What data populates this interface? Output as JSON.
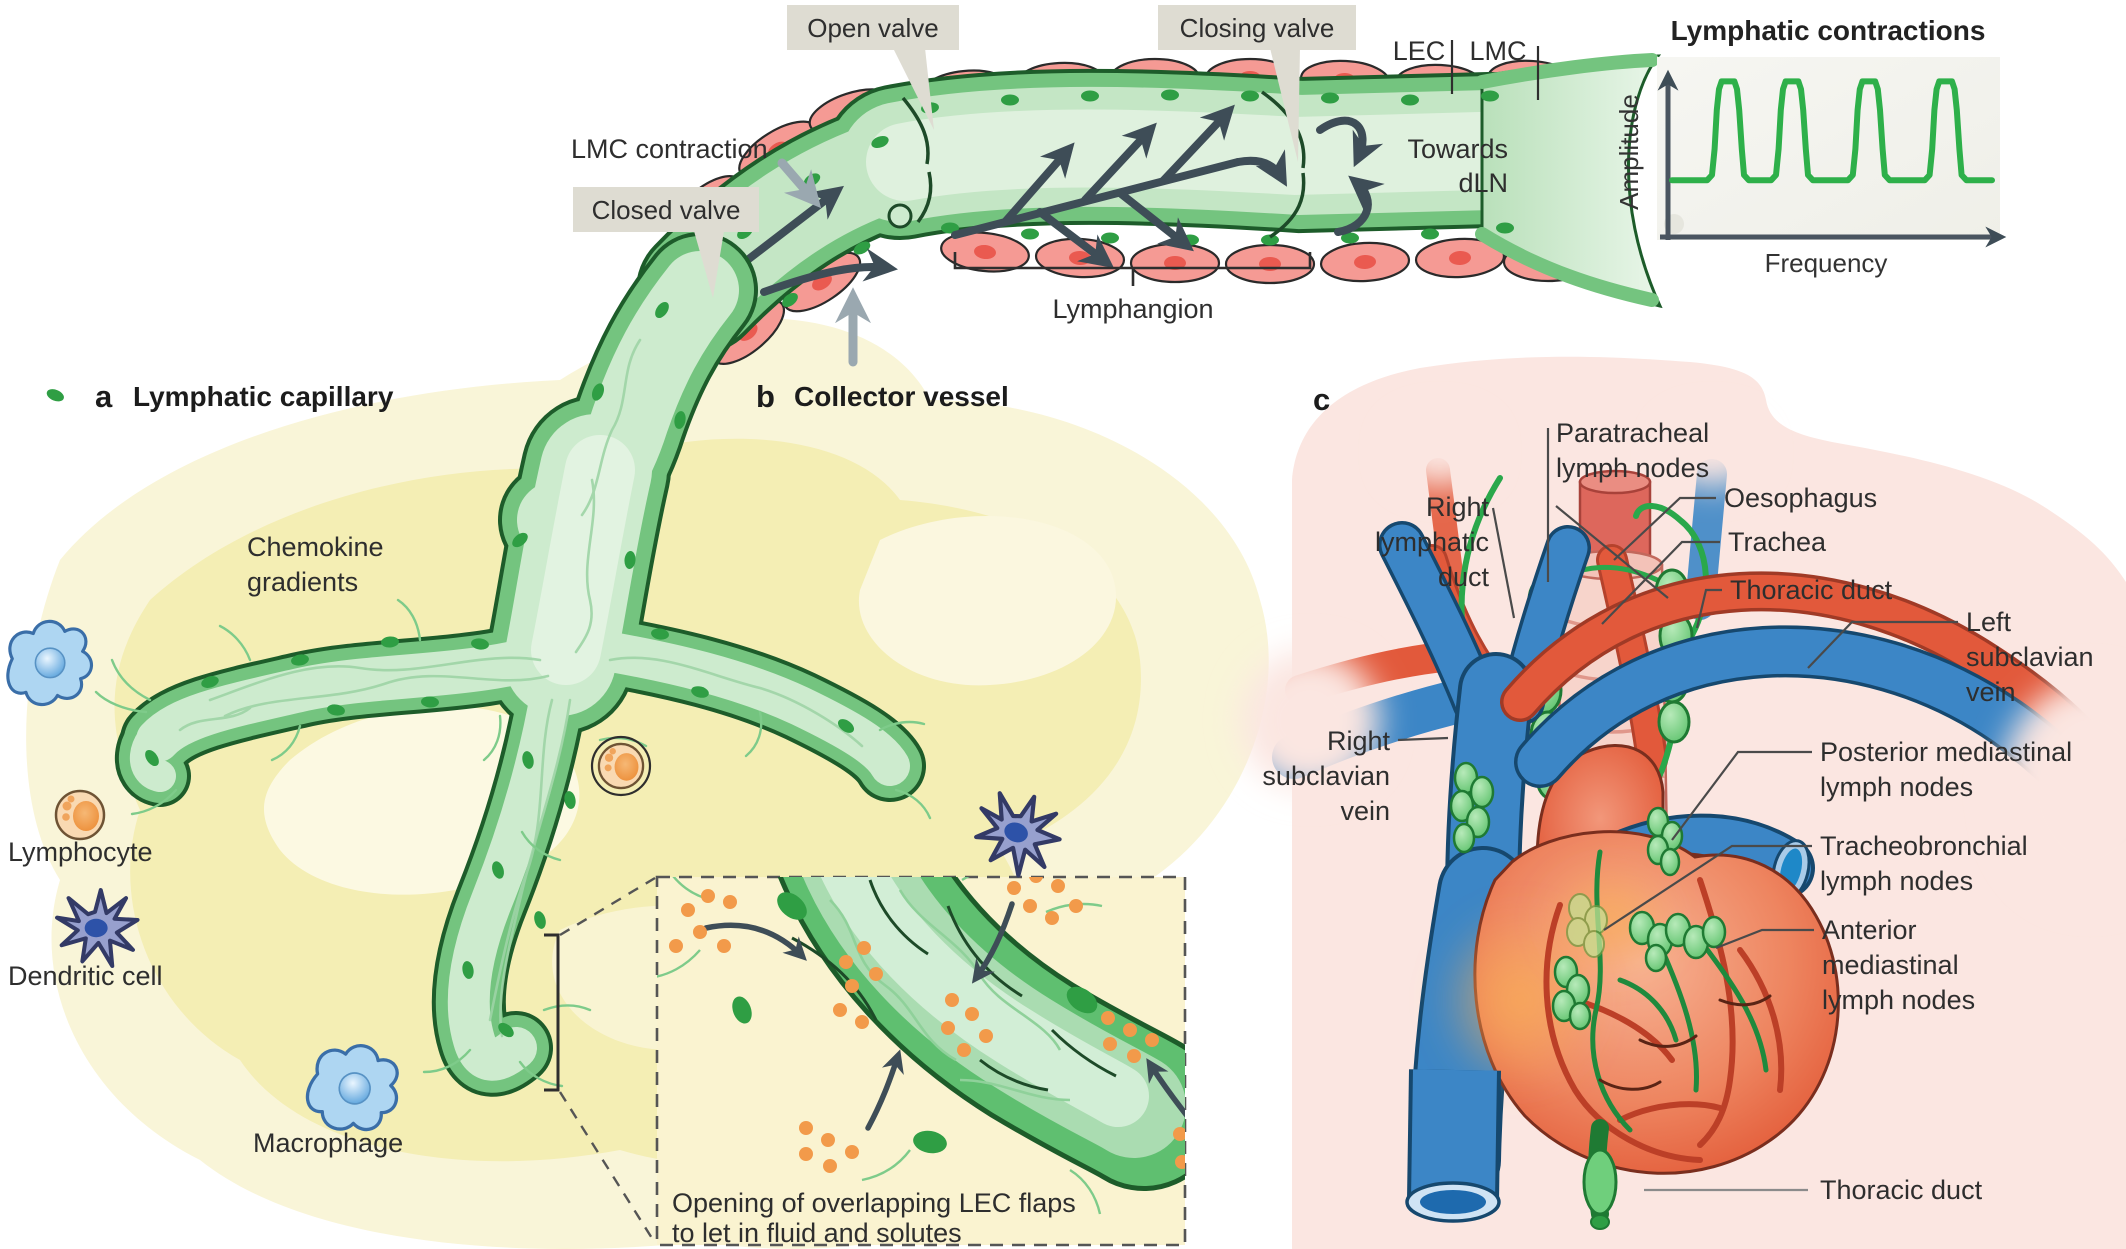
{
  "panels": {
    "a": {
      "letter": "a",
      "title": "Lymphatic capillary"
    },
    "b": {
      "letter": "b",
      "title": "Collector vessel"
    },
    "c": {
      "letter": "c"
    }
  },
  "panel_a": {
    "chemokine_line1": "Chemokine",
    "chemokine_line2": "gradients",
    "lymphocyte": "Lymphocyte",
    "dendritic_cell": "Dendritic cell",
    "macrophage": "Macrophage",
    "inset_caption_line1": "Opening of overlapping LEC flaps",
    "inset_caption_line2": "to let in fluid and solutes"
  },
  "panel_b": {
    "open_valve": "Open valve",
    "closed_valve": "Closed valve",
    "closing_valve": "Closing valve",
    "lmc_contraction": "LMC contraction",
    "lec": "LEC",
    "lmc": "LMC",
    "towards_line1": "Towards",
    "towards_line2": "dLN",
    "lymphangion": "Lymphangion"
  },
  "chart": {
    "title": "Lymphatic contractions",
    "xlabel": "Frequency",
    "ylabel": "Amplitude"
  },
  "panel_c": {
    "paratracheal_line1": "Paratracheal",
    "paratracheal_line2": "lymph nodes",
    "right_lymphatic_line1": "Right",
    "right_lymphatic_line2": "lymphatic",
    "right_lymphatic_line3": "duct",
    "oesophagus": "Oesophagus",
    "trachea": "Trachea",
    "thoracic_duct_upper": "Thoracic duct",
    "left_subclavian_line1": "Left",
    "left_subclavian_line2": "subclavian",
    "left_subclavian_line3": "vein",
    "right_subclavian_line1": "Right",
    "right_subclavian_line2": "subclavian",
    "right_subclavian_line3": "vein",
    "posterior_line1": "Posterior mediastinal",
    "posterior_line2": "lymph nodes",
    "tracheobronchial_line1": "Tracheobronchial",
    "tracheobronchial_line2": "lymph nodes",
    "anterior_line1": "Anterior",
    "anterior_line2": "mediastinal",
    "anterior_line3": "lymph nodes",
    "thoracic_duct_lower": "Thoracic duct"
  },
  "colors": {
    "label_box": "#dedcd2",
    "lec_green": "#74c47f",
    "lumen_green": "#c4e6c5",
    "lmc_red": "#f59a94",
    "flow_arrow": "#3e4d57",
    "gray_arrow": "#9aa8b0",
    "chemokine_yellow": "#f6f0c0",
    "panel_c_pink": "#fbe6e1",
    "vein_blue": "#3c86c6",
    "artery_red": "#e2593b",
    "lymph_node_green": "#7ed58a",
    "wave_green": "#2eb04a",
    "solute_orange": "#f29a4a"
  },
  "chart_data": {
    "type": "line",
    "title": "Lymphatic contractions",
    "xlabel": "Frequency",
    "ylabel": "Amplitude",
    "x_range": [
      0,
      100
    ],
    "y_range": [
      0,
      1
    ],
    "grid": false,
    "legend": "none",
    "baseline": 0.06,
    "peak_amplitude": 0.82,
    "num_contractions": 4,
    "series": [
      {
        "name": "contraction wave",
        "color": "#2eb04a",
        "points": [
          [
            0,
            0.06
          ],
          [
            11,
            0.06
          ],
          [
            12.5,
            0.1
          ],
          [
            13.3,
            0.3
          ],
          [
            14.0,
            0.6
          ],
          [
            14.7,
            0.76
          ],
          [
            15.5,
            0.82
          ],
          [
            19.5,
            0.82
          ],
          [
            20.3,
            0.76
          ],
          [
            21.0,
            0.6
          ],
          [
            21.8,
            0.3
          ],
          [
            22.5,
            0.1
          ],
          [
            24,
            0.06
          ],
          [
            31,
            0.06
          ],
          [
            32.5,
            0.1
          ],
          [
            33.3,
            0.3
          ],
          [
            34.0,
            0.6
          ],
          [
            34.7,
            0.76
          ],
          [
            35.5,
            0.82
          ],
          [
            39.5,
            0.82
          ],
          [
            40.3,
            0.76
          ],
          [
            41.0,
            0.6
          ],
          [
            41.8,
            0.3
          ],
          [
            42.5,
            0.1
          ],
          [
            44,
            0.06
          ],
          [
            55,
            0.06
          ],
          [
            56.5,
            0.1
          ],
          [
            57.3,
            0.3
          ],
          [
            58.0,
            0.6
          ],
          [
            58.7,
            0.76
          ],
          [
            59.5,
            0.82
          ],
          [
            63.5,
            0.82
          ],
          [
            64.3,
            0.76
          ],
          [
            65.0,
            0.6
          ],
          [
            65.8,
            0.3
          ],
          [
            66.5,
            0.1
          ],
          [
            68,
            0.06
          ],
          [
            79,
            0.06
          ],
          [
            80.5,
            0.1
          ],
          [
            81.3,
            0.3
          ],
          [
            82.0,
            0.6
          ],
          [
            82.7,
            0.76
          ],
          [
            83.5,
            0.82
          ],
          [
            87.5,
            0.82
          ],
          [
            88.3,
            0.76
          ],
          [
            89.0,
            0.6
          ],
          [
            89.8,
            0.3
          ],
          [
            90.5,
            0.1
          ],
          [
            92,
            0.06
          ],
          [
            100,
            0.06
          ]
        ]
      }
    ]
  }
}
